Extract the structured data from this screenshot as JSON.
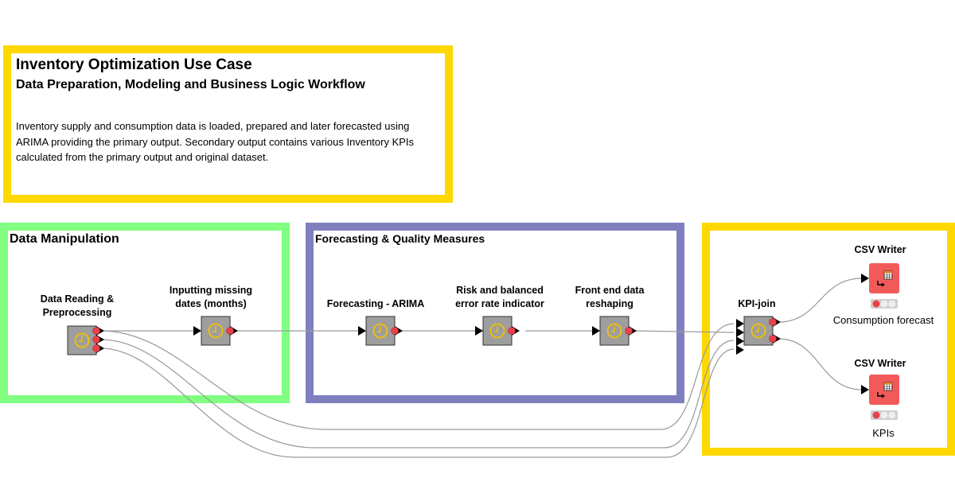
{
  "intro": {
    "title": "Inventory Optimization Use Case",
    "subtitle": "Data Preparation, Modeling and Business Logic Workflow",
    "description": "Inventory supply and consumption data is loaded, prepared and later forecasted using ARIMA providing the primary output. Secondary output contains various Inventory KPIs calculated from the primary output and original dataset."
  },
  "groups": {
    "data_manipulation": "Data Manipulation",
    "forecasting": "Forecasting & Quality Measures"
  },
  "nodes": {
    "reading": {
      "label_line1": "Data Reading &",
      "label_line2": "Preprocessing"
    },
    "missing": {
      "label_line1": "Inputting missing",
      "label_line2": "dates (months)"
    },
    "arima": {
      "label_line1": "Forecasting - ARIMA"
    },
    "risk": {
      "label_line1": "Risk and balanced",
      "label_line2": "error rate indicator"
    },
    "reshape": {
      "label_line1": "Front end data",
      "label_line2": "reshaping"
    },
    "kpi_join": {
      "label_line1": "KPI-join"
    },
    "csv1": {
      "label_line1": "CSV Writer",
      "annotation": "Consumption forecast",
      "status": "red"
    },
    "csv2": {
      "label_line1": "CSV Writer",
      "annotation": "KPIs",
      "status": "red"
    }
  },
  "colors": {
    "metanode": "#9E9E9E",
    "clock": "#F2C200",
    "port_out": "#E8414A",
    "writer": "#F25A5A",
    "wire": "#9A9A9A"
  }
}
